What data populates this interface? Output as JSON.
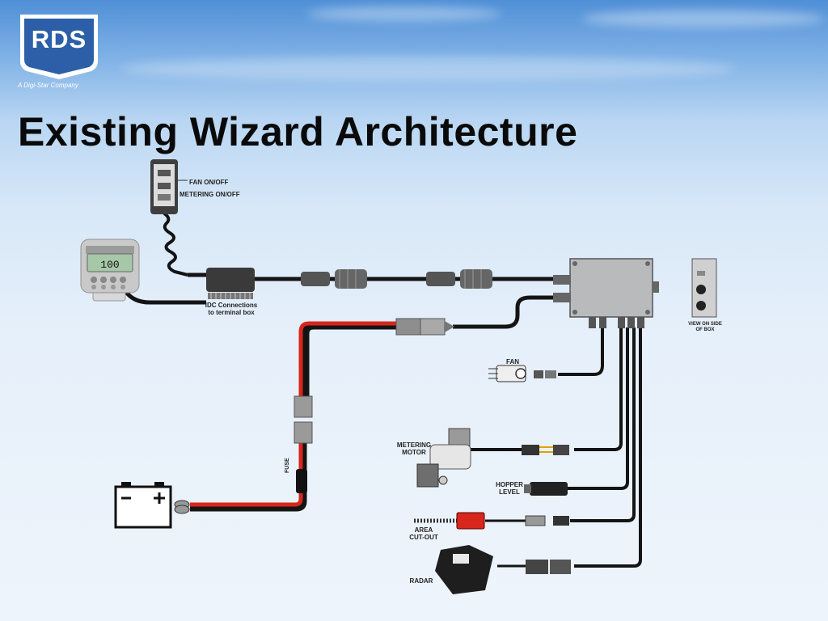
{
  "logo": {
    "text": "RDS",
    "tagline": "A Digi-Star Company"
  },
  "slide": {
    "title": "Existing Wizard Architecture"
  },
  "labels": {
    "fan_on_off": "FAN ON/OFF",
    "metering_on_off": "METERING ON/OFF",
    "idc_line1": "IDC Connections",
    "idc_line2": "to terminal box",
    "view_line1": "VIEW ON SIDE",
    "view_line2": "OF BOX",
    "fan": "FAN",
    "metering_line1": "METERING",
    "metering_line2": "MOTOR",
    "hopper_line1": "HOPPER",
    "hopper_line2": "LEVEL",
    "area_line1": "AREA",
    "area_line2": "CUT-OUT",
    "radar": "RADAR",
    "fuse": "FUSE",
    "display_value": "100"
  },
  "colors": {
    "cable_black": "#141414",
    "cable_red": "#d8261c",
    "box_gray": "#b9babc",
    "title": "#0a0a0a"
  }
}
